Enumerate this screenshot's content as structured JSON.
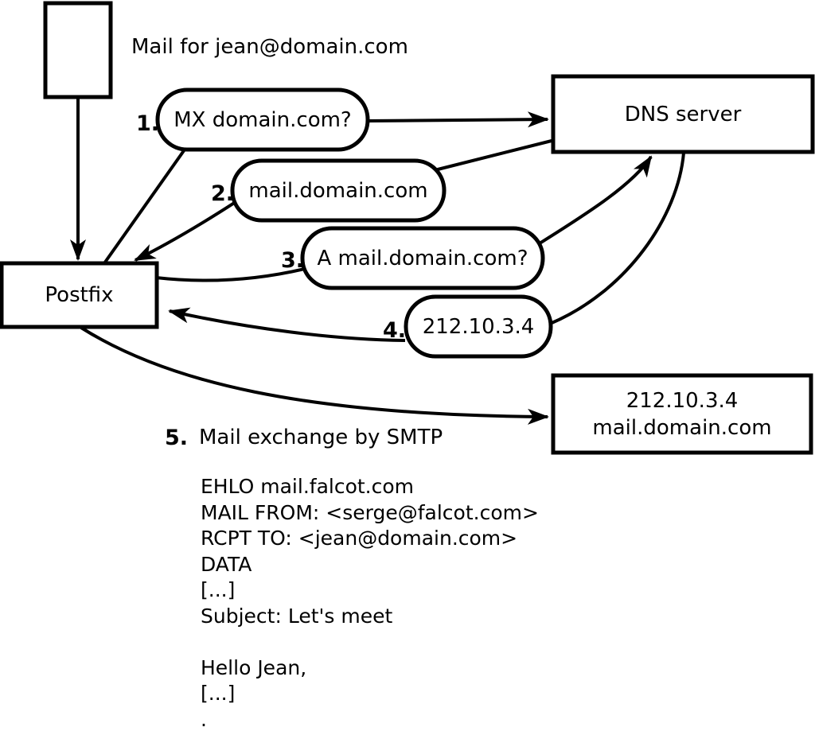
{
  "diagram": {
    "colors": {
      "background": "#ffffff",
      "line": "#000000"
    },
    "note": "Mail for jean@domain.com",
    "nodes": {
      "postfix": {
        "label": "Postfix"
      },
      "dns": {
        "label": "DNS server"
      },
      "mailserver": {
        "line1": "212.10.3.4",
        "line2": "mail.domain.com"
      }
    },
    "steps": [
      {
        "number": "1.",
        "label": "MX domain.com?"
      },
      {
        "number": "2.",
        "label": "mail.domain.com"
      },
      {
        "number": "3.",
        "label": "A mail.domain.com?"
      },
      {
        "number": "4.",
        "label": "212.10.3.4"
      },
      {
        "number": "5.",
        "label": "Mail exchange by SMTP"
      }
    ],
    "smtp_session": [
      "EHLO mail.falcot.com",
      "MAIL FROM: <serge@falcot.com>",
      "RCPT TO: <jean@domain.com>",
      "DATA",
      "[...]",
      "Subject: Let's meet",
      "",
      "Hello Jean,",
      "[...]",
      "."
    ]
  }
}
